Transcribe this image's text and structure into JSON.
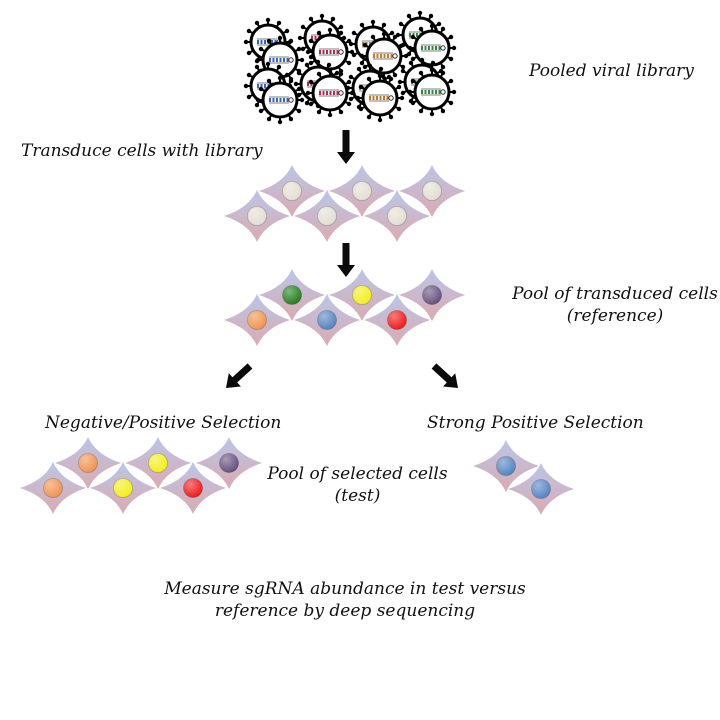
{
  "labels": {
    "library": "Pooled viral library",
    "transduce": "Transduce cells with library",
    "pool_line1": "Pool of transduced cells",
    "pool_line2": "(reference)",
    "neg_pos": "Negative/Positive Selection",
    "strong_pos": "Strong Positive Selection",
    "selected_line1": "Pool of selected cells",
    "selected_line2": "(test)",
    "measure_line1": "Measure sgRNA abundance in test versus",
    "measure_line2": "reference by deep sequencing"
  },
  "colors": {
    "cell_top": "#b7c3e6",
    "cell_bottom": "#d8a6ad",
    "nucleus_untransduced": "#e2ddd0",
    "green": "#1a7a12",
    "yellow": "#f2ee10",
    "purple": "#5e4a78",
    "orange": "#ef8f47",
    "blue": "#4d7fbf",
    "red": "#ee1111",
    "arrow": "#0a0a0a"
  },
  "groups": {
    "untransduced": [
      "nucleus_untransduced",
      "nucleus_untransduced",
      "nucleus_untransduced",
      "nucleus_untransduced",
      "nucleus_untransduced",
      "nucleus_untransduced"
    ],
    "reference": [
      "green",
      "yellow",
      "purple",
      "orange",
      "blue",
      "red"
    ],
    "neg_pos_selected": [
      "orange",
      "yellow",
      "purple",
      "orange",
      "yellow",
      "red"
    ],
    "strong_selected": [
      "blue",
      "blue"
    ]
  }
}
